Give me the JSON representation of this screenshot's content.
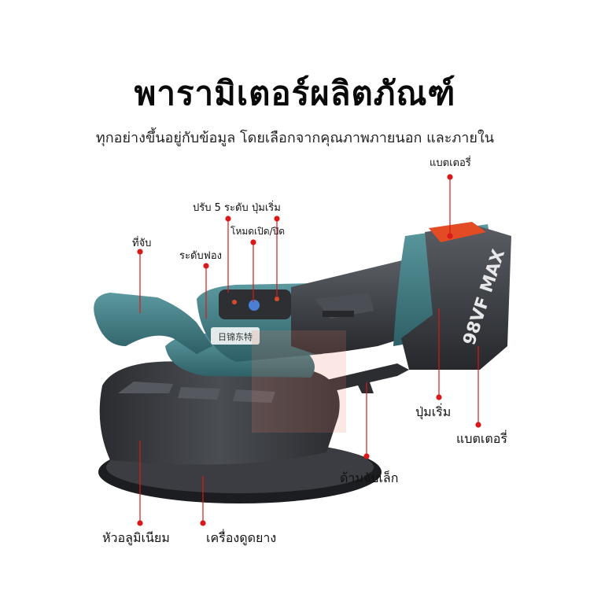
{
  "page": {
    "title": "พารามิเตอร์ผลิตภัณฑ์",
    "subtitle": "ทุกอย่างขึ้นอยู่กับข้อมูล โดยเลือกจากคุณภาพภายนอก และภายใน"
  },
  "labels": {
    "battery_top": "แบตเตอรี่",
    "adjust_5_levels": "ปรับ 5 ระดับ",
    "start_button_top": "ปุ่มเริ่ม",
    "mode_on_off": "โหมดเปิด/ปิด",
    "handle": "ที่จับ",
    "bubble_level": "ระดับฟอง",
    "start_button_side": "ปุ่มเริ่ม",
    "battery_side": "แบตเตอรี่",
    "small_handle": "ด้ามจับเล็ก",
    "aluminium_head": "หัวอลูมิเนียม",
    "suction_device": "เครื่องดูดยาง"
  },
  "product": {
    "battery_print": "98VF MAX",
    "brand_print": "日锦东特"
  },
  "colors": {
    "accent_red": "#d9191a",
    "tool_teal": "#3f7d84",
    "tool_dark": "#3a3d42",
    "battery_orange": "#e34b24"
  }
}
